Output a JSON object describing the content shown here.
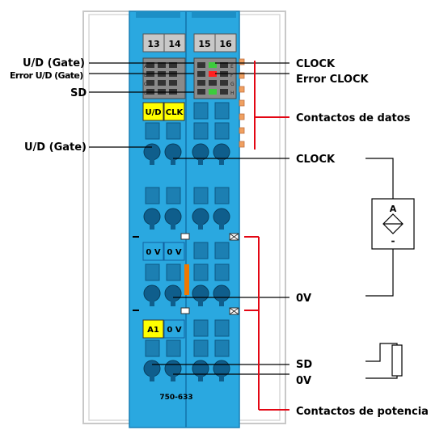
{
  "module": {
    "terminal_numbers": [
      "13",
      "14",
      "15",
      "16"
    ],
    "model_number": "750-633",
    "slot_labels": {
      "ud": "U/D",
      "clk": "CLK",
      "zero_v_a": "0 V",
      "zero_v_b": "0 V",
      "a1": "A1",
      "zero_v_c": "0 V"
    },
    "led_letters": [
      "A",
      "B",
      "C",
      "D",
      "E",
      "F",
      "G",
      "H"
    ]
  },
  "labels_left": {
    "ud_gate_top": "U/D (Gate)",
    "error_ud_gate": "Error U/D (Gate)",
    "sd_top": "SD",
    "ud_gate_mid": "U/D (Gate)"
  },
  "labels_right": {
    "clock_top": "CLOCK",
    "error_clock": "Error CLOCK",
    "contactos_datos": "Contactos de datos",
    "clock_mid": "CLOCK",
    "zero_v_mid": "0V",
    "sd_bottom": "SD",
    "zero_v_bottom": "0V",
    "contactos_potencia": "Contactos de potencia"
  },
  "symbols": {
    "sensor_a": "A",
    "sensor_minus": "-"
  },
  "colors": {
    "module_blue": "#2aa8e0",
    "module_blue_dark": "#1780b8",
    "label_yellow": "#ffff00",
    "contact_red": "#e30613",
    "contact_orange": "#f0a060",
    "led_green": "#3ccc3c",
    "led_red": "#ff2020",
    "indicator_orange": "#f07800"
  }
}
